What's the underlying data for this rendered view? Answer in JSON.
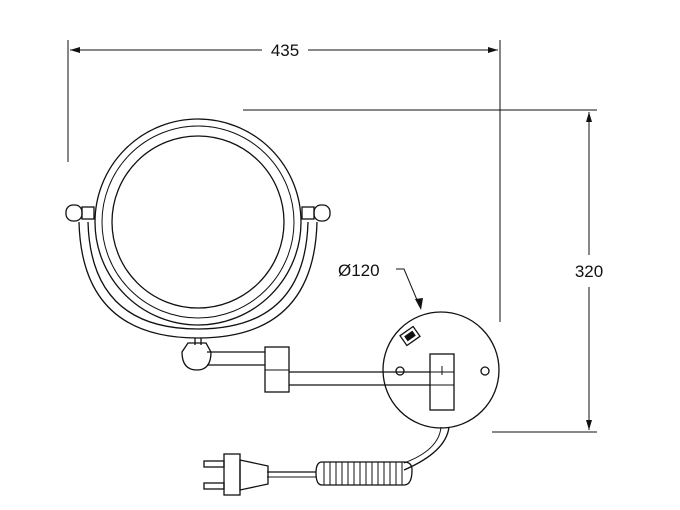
{
  "dimensions": {
    "width_label": "435",
    "height_label": "320",
    "diameter_label": "Ø120"
  },
  "colors": {
    "line": "#111111",
    "background": "#ffffff"
  }
}
